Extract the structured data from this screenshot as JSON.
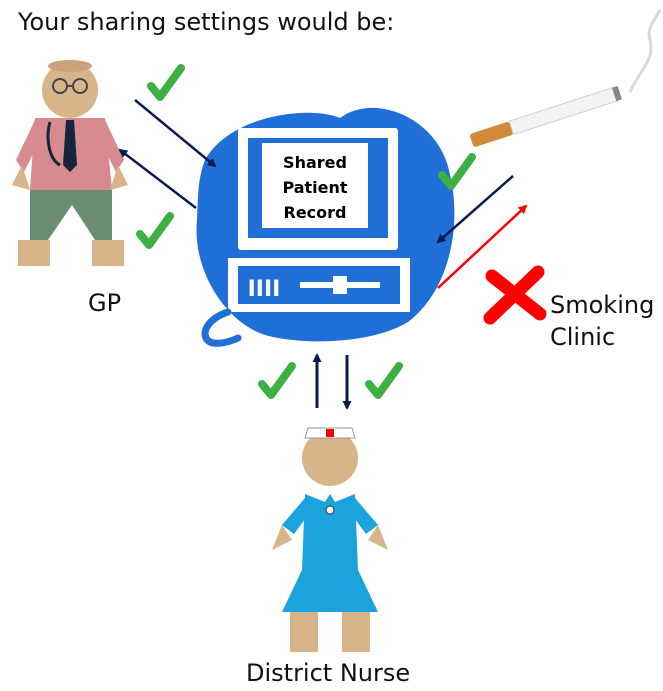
{
  "heading": "Your sharing settings would be:",
  "computer": {
    "screen_line1": "Shared",
    "screen_line2": "Patient",
    "screen_line3": "Record",
    "slot_text": "IIII"
  },
  "parties": {
    "gp": {
      "label": "GP",
      "send": "allowed",
      "receive": "allowed"
    },
    "smoking_clinic": {
      "label_line1": "Smoking",
      "label_line2": "Clinic",
      "send": "allowed",
      "receive": "blocked"
    },
    "district_nurse": {
      "label": "District Nurse",
      "send": "allowed",
      "receive": "allowed"
    }
  },
  "colors": {
    "allowed": "#3cb043",
    "blocked": "#ff0000",
    "arrow": "#0d1a4f",
    "blocked_arrow": "#ff0000",
    "computer": "#1f6fd6"
  }
}
